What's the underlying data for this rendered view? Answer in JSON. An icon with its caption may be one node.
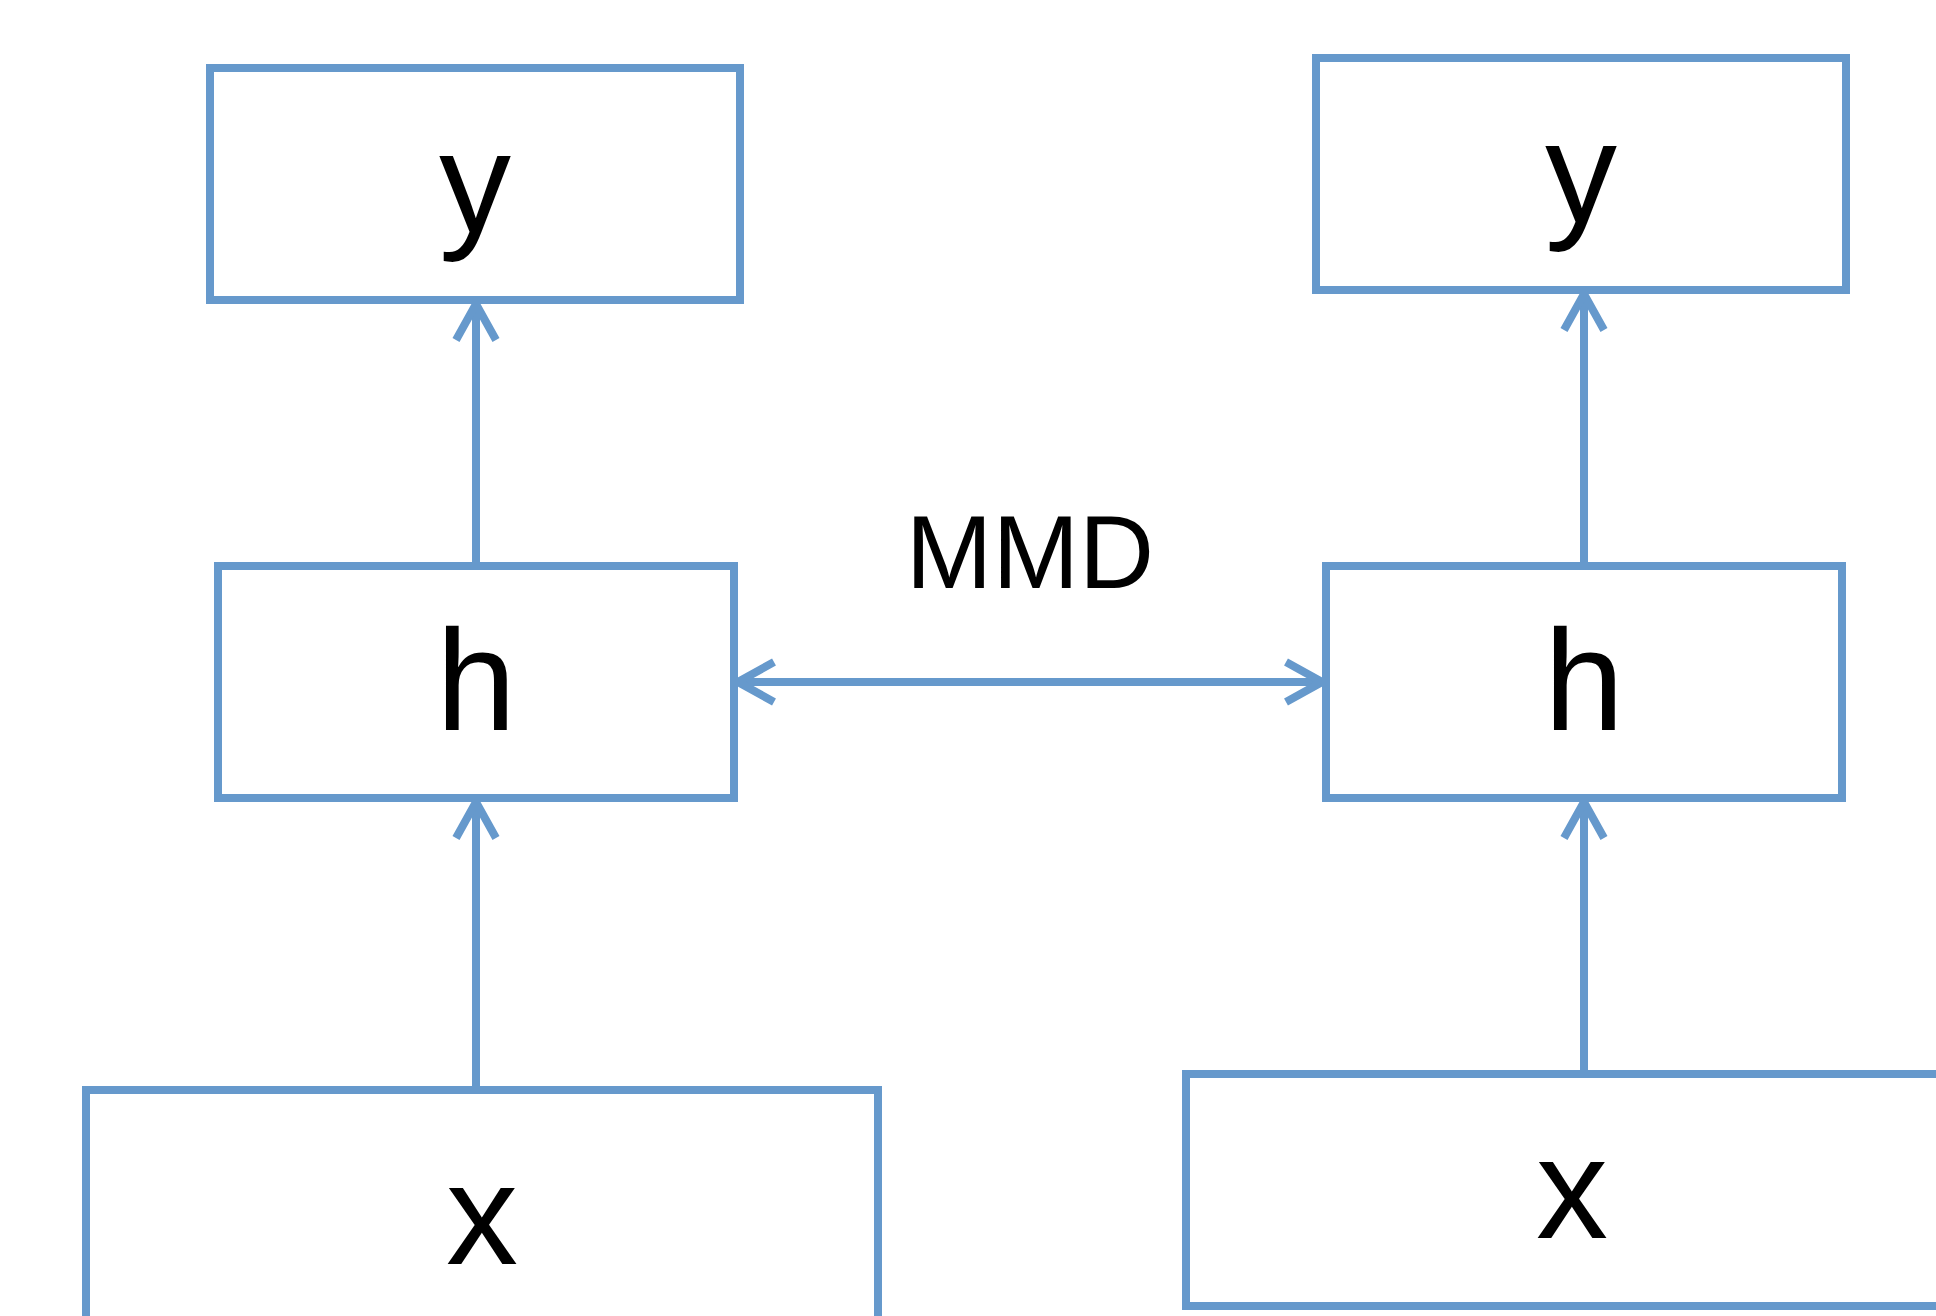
{
  "diagram": {
    "nodes": [
      {
        "text": [
          "y"
        ]
      },
      {
        "text": [
          "y"
        ]
      },
      {
        "text": [
          "h"
        ]
      },
      {
        "text": [
          "h"
        ]
      },
      {
        "text": [
          "x"
        ]
      },
      {
        "text": [
          "x"
        ]
      }
    ],
    "edges": [
      {
        "from": 4,
        "to": 2,
        "arrow": "to"
      },
      {
        "from": 2,
        "to": 0,
        "arrow": "to"
      },
      {
        "from": 5,
        "to": 3,
        "arrow": "to"
      },
      {
        "from": 3,
        "to": 1,
        "arrow": "to"
      },
      {
        "from": 2,
        "to": 3,
        "arrow": "both",
        "label": "MMD"
      }
    ]
  }
}
